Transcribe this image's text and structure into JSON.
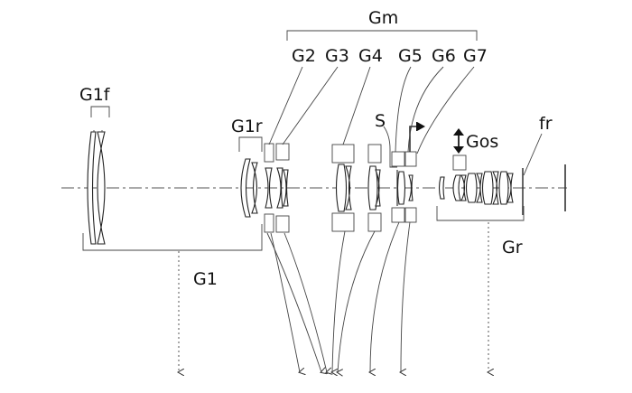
{
  "labels": {
    "gm": "Gm",
    "g1f": "G1f",
    "g1r": "G1r",
    "g1": "G1",
    "g2": "G2",
    "g3": "G3",
    "g4": "G4",
    "g5": "G5",
    "g6": "G6",
    "g7": "G7",
    "s": "S",
    "gos": "Gos",
    "fr": "fr",
    "gr": "Gr"
  },
  "colors": {
    "ink": "#222222",
    "background": "#ffffff"
  }
}
